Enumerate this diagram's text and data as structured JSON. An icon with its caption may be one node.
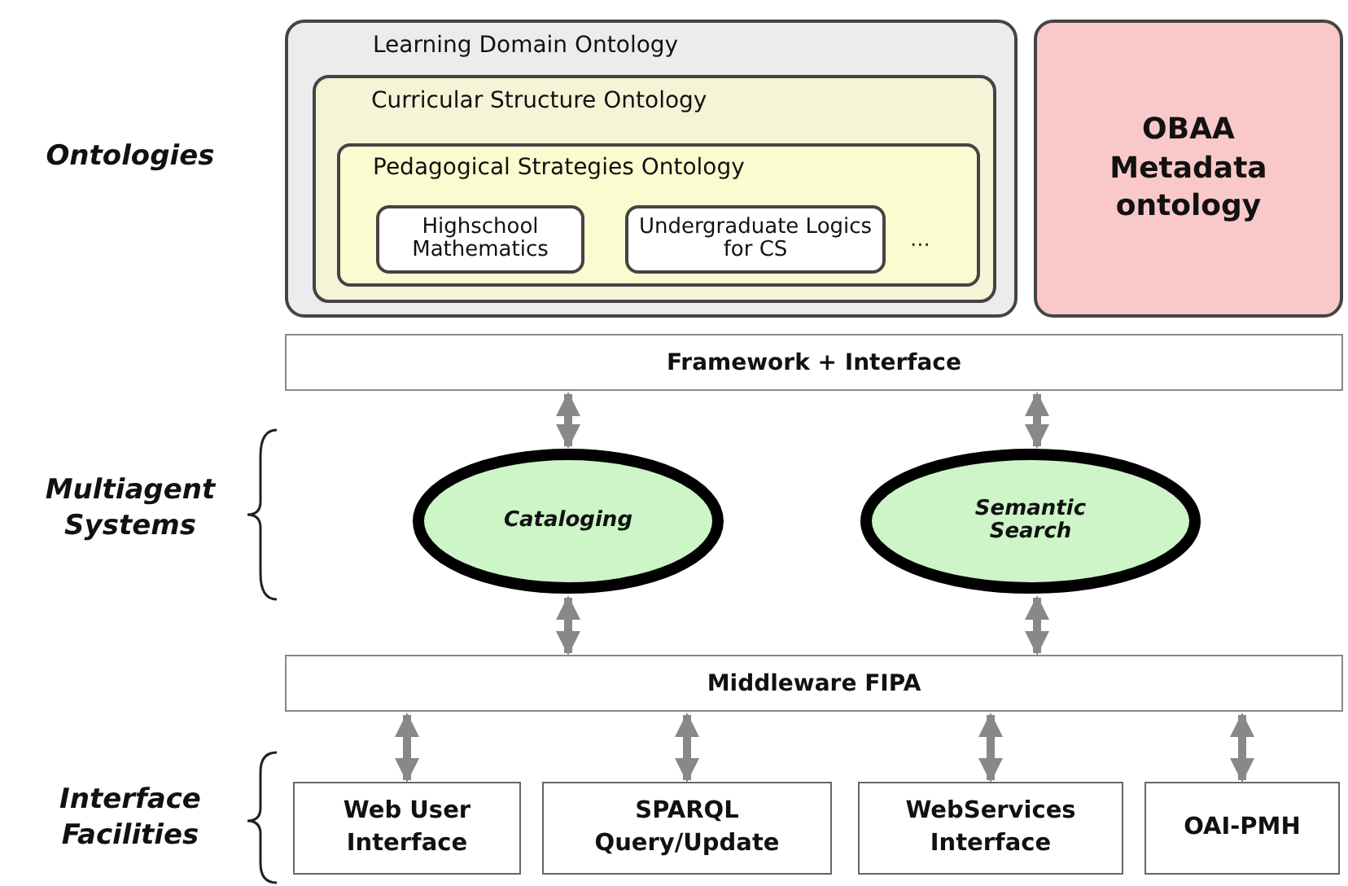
{
  "diagram": {
    "nodes": [
      {
        "text": [
          "Learning Domain Ontology"
        ]
      },
      {
        "text": [
          "Curricular Structure Ontology"
        ],
        "in": 0
      },
      {
        "text": [
          "Pedagogical Strategies Ontology"
        ],
        "in": 1
      },
      {
        "text": [
          "Highschool Mathematics"
        ],
        "in": 2
      },
      {
        "text": [
          "Undergraduate Logics for CS"
        ],
        "in": 2
      },
      {
        "text": [
          "OBAA Metadata ontology"
        ]
      },
      {
        "text": [
          "Framework + Interface"
        ]
      },
      {
        "text": [
          "Cataloging"
        ]
      },
      {
        "text": [
          "Semantic Search"
        ]
      },
      {
        "text": [
          "Middleware FIPA"
        ]
      },
      {
        "text": [
          "Web User Interface"
        ]
      },
      {
        "text": [
          "SPARQL Query/Update"
        ]
      },
      {
        "text": [
          "WebServices Interface"
        ]
      },
      {
        "text": [
          "OAI-PMH"
        ]
      }
    ],
    "edges": [
      {
        "from": 6,
        "to": 7,
        "arrow": "both"
      },
      {
        "from": 6,
        "to": 8,
        "arrow": "both"
      },
      {
        "from": 7,
        "to": 9,
        "arrow": "both"
      },
      {
        "from": 8,
        "to": 9,
        "arrow": "both"
      },
      {
        "from": 9,
        "to": 10,
        "arrow": "both"
      },
      {
        "from": 9,
        "to": 11,
        "arrow": "both"
      },
      {
        "from": 9,
        "to": 12,
        "arrow": "both"
      },
      {
        "from": 9,
        "to": 13,
        "arrow": "both"
      }
    ],
    "labels": [
      "Ontologies",
      "...",
      "Multiagent Systems",
      "Interface Facilities"
    ]
  }
}
